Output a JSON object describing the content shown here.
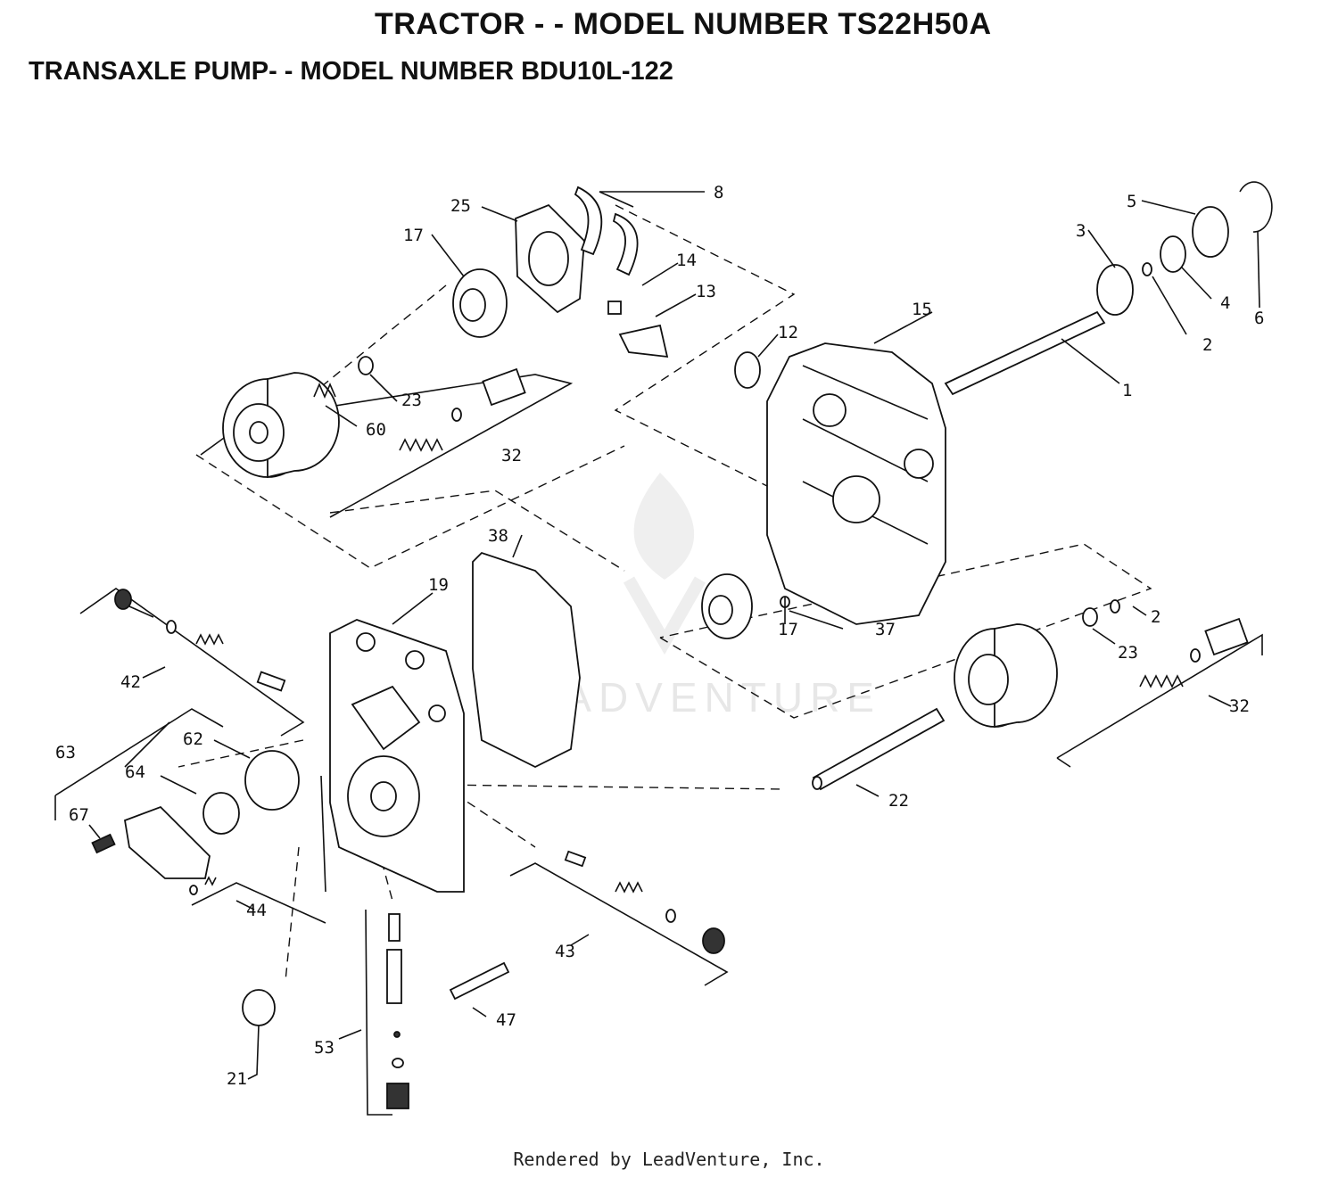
{
  "header": {
    "title": "TRACTOR - - MODEL NUMBER TS22H50A",
    "subtitle": "TRANSAXLE PUMP- - MODEL NUMBER BDU10L-122"
  },
  "watermark": "LEADVENTURE",
  "footer": "Rendered by LeadVenture, Inc.",
  "callouts": {
    "p1": "1",
    "p2a": "2",
    "p2b": "2",
    "p3": "3",
    "p4": "4",
    "p5": "5",
    "p6": "6",
    "p8": "8",
    "p12": "12",
    "p13": "13",
    "p14": "14",
    "p15": "15",
    "p17a": "17",
    "p17b": "17",
    "p19": "19",
    "p21": "21",
    "p22": "22",
    "p23a": "23",
    "p23b": "23",
    "p25": "25",
    "p32a": "32",
    "p32b": "32",
    "p37": "37",
    "p38": "38",
    "p42": "42",
    "p43": "43",
    "p44": "44",
    "p47": "47",
    "p53": "53",
    "p60": "60",
    "p62": "62",
    "p63": "63",
    "p64": "64",
    "p67": "67"
  }
}
